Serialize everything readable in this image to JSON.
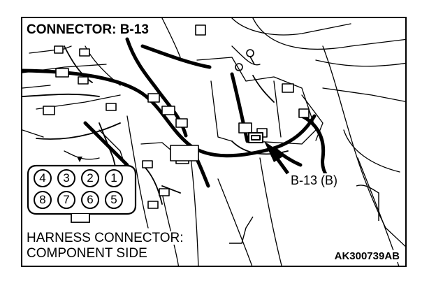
{
  "figure": {
    "title": "CONNECTOR: B-13",
    "callout": "B-13 (B)",
    "harness_line1": "HARNESS CONNECTOR:",
    "harness_line2": "COMPONENT SIDE",
    "figure_id": "AK300739AB"
  },
  "connector": {
    "top_row": [
      "4",
      "3",
      "2",
      "1"
    ],
    "bottom_row": [
      "8",
      "7",
      "6",
      "5"
    ]
  }
}
